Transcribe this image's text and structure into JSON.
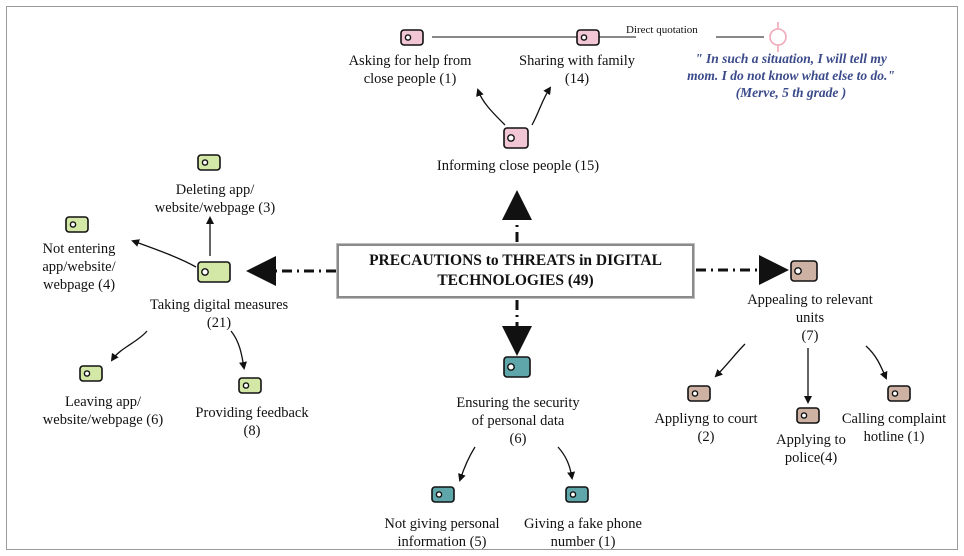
{
  "center": {
    "line1": "PRECAUTIONS to THREATS in DIGITAL",
    "line2": "TECHNOLOGIES (49)"
  },
  "nodes": {
    "informing": "Informing close people (15)",
    "asking_help": "Asking for help from\nclose people (1)",
    "sharing_family": "Sharing with family\n(14)",
    "taking_digital": "Taking digital measures\n(21)",
    "deleting_app": "Deleting app/\nwebsite/webpage (3)",
    "not_entering": "Not entering\napp/website/\nwebpage (4)",
    "leaving_app": "Leaving app/\nwebsite/webpage (6)",
    "providing_feedback": "Providing feedback\n(8)",
    "ensuring_security": "Ensuring the security\nof personal data\n(6)",
    "not_giving_info": "Not giving personal\ninformation (5)",
    "fake_phone": "Giving a fake phone\nnumber (1)",
    "appealing_units": "Appealing to relevant\nunits\n(7)",
    "applying_court": "Appliyng to court\n(2)",
    "applying_police": "Applying to\npolice(4)",
    "calling_hotline": "Calling complaint\nhotline (1)"
  },
  "annotation": {
    "label": "Direct quotation",
    "quote": "\" In such a situation, I will tell my\nmom. I do not know what else to do.\"\n(Merve, 5 th grade )"
  },
  "colors": {
    "pink": "#f2c6d4",
    "green": "#d3e8a6",
    "teal": "#5fa6aa",
    "brown": "#cdb2a4",
    "quote_text": "#3a4a8a",
    "quote_marker": "#f0a8b8"
  },
  "icons": {
    "code_tag": "tag-icon",
    "quote_marker": "quote-marker-icon"
  }
}
